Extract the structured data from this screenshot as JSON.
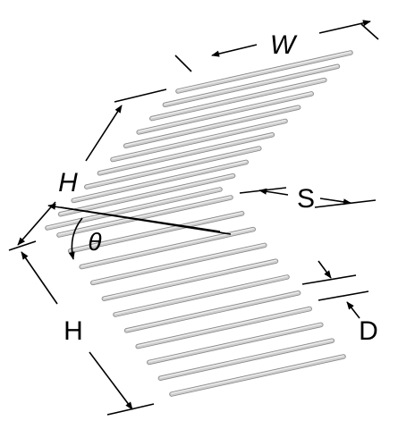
{
  "labels": {
    "width": "W",
    "height_upper": "H",
    "height_lower": "H",
    "spacing": "S",
    "diameter": "D",
    "angle": "θ"
  },
  "upper_grid_rods": 11,
  "lower_grid_rods": 11,
  "colors": {
    "rod": "#cfcfcf",
    "rod_outline": "#8a8a8a",
    "line": "#000000"
  }
}
